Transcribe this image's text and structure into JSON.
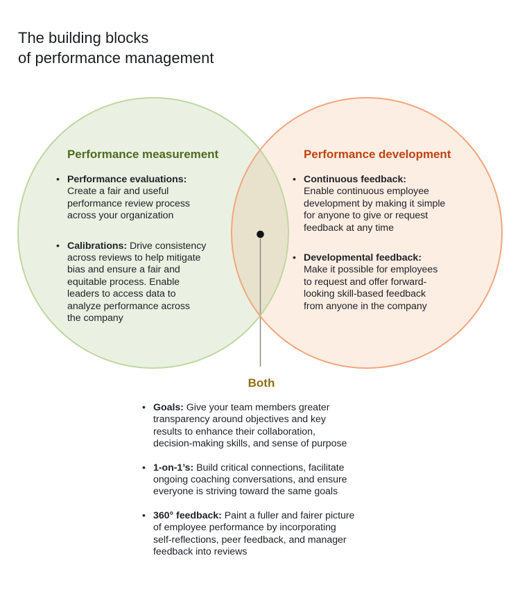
{
  "title": {
    "text": "The building blocks\nof performance management"
  },
  "colors": {
    "background": "#ffffff",
    "title_text": "#1b1d20",
    "body_text": "#212429",
    "left_heading": "#4e6b1f",
    "right_heading": "#bf4310",
    "both_heading": "#8f6e12",
    "left_circle_fill": "#eaf1e2",
    "left_circle_stroke": "#bfd7a1",
    "right_circle_fill": "#fdeee4",
    "right_circle_stroke": "#f3a57d",
    "overlap_fill": "#e8e2cc",
    "connector_line": "#8c8c86",
    "connector_dot": "#141414"
  },
  "diagram": {
    "type": "venn",
    "left": {
      "heading": "Performance measurement",
      "items": [
        {
          "label": "Performance evaluations:",
          "text": "Create a fair and useful\nperformance review process\nacross your organization"
        },
        {
          "label": "Calibrations:",
          "text": "Drive consistency\nacross reviews to help mitigate\nbias and ensure a fair and\nequitable process. Enable\nleaders to access data to\nanalyze performance across\nthe company"
        }
      ]
    },
    "right": {
      "heading": "Performance development",
      "items": [
        {
          "label": "Continuous feedback:",
          "text": "Enable continuous employee\ndevelopment by making it simple\nfor anyone to give or request\nfeedback at any time"
        },
        {
          "label": "Developmental feedback:",
          "text": "Make it possible for employees\nto request and offer forward-\nlooking skill-based feedback\nfrom anyone in the company"
        }
      ]
    },
    "both": {
      "heading": "Both",
      "items": [
        {
          "label": "Goals:",
          "text": "Give your team members greater\ntransparency around objectives and key\nresults to enhance their collaboration,\ndecision-making skills, and sense of purpose"
        },
        {
          "label": "1-on-1’s:",
          "text": "Build critical connections, facilitate\nongoing coaching conversations, and ensure\neveryone is striving toward the same goals"
        },
        {
          "label": "360° feedback:",
          "text": "Paint a fuller and fairer picture\nof employee performance by incorporating\nself-reflections, peer feedback, and manager\nfeedback into reviews"
        }
      ]
    }
  }
}
